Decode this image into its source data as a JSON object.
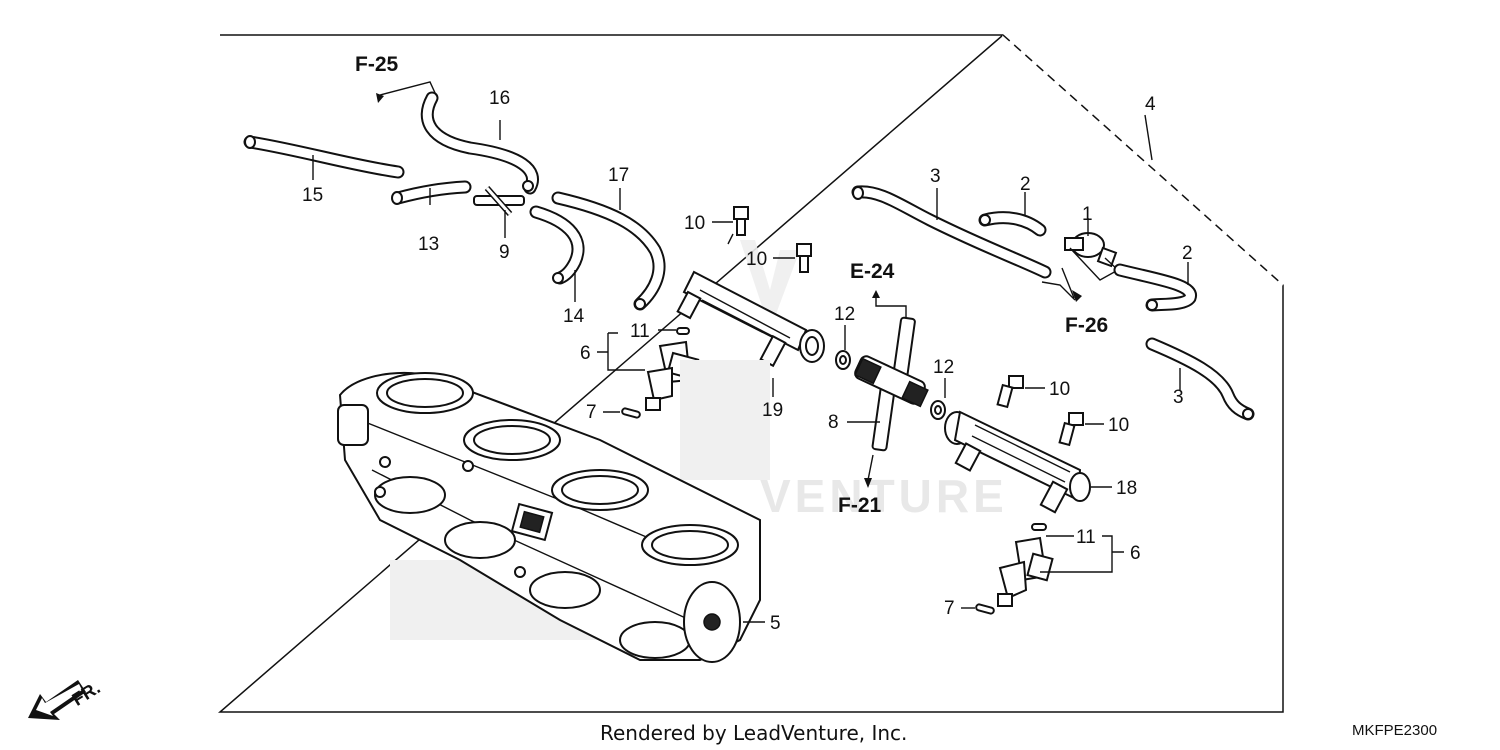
{
  "diagram": {
    "ref_labels": {
      "f25": "F-25",
      "f26": "F-26",
      "e24": "E-24",
      "f21": "F-21"
    },
    "part_numbers": {
      "p1": "1",
      "p2a": "2",
      "p2b": "2",
      "p3a": "3",
      "p3b": "3",
      "p4": "4",
      "p5": "5",
      "p6a": "6",
      "p6b": "6",
      "p7a": "7",
      "p7b": "7",
      "p8": "8",
      "p9": "9",
      "p10a": "10",
      "p10b": "10",
      "p10c": "10",
      "p10d": "10",
      "p11a": "11",
      "p11b": "11",
      "p12a": "12",
      "p12b": "12",
      "p13": "13",
      "p14": "14",
      "p15": "15",
      "p16": "16",
      "p17": "17",
      "p18": "18",
      "p19": "19"
    },
    "front_indicator": "FR.",
    "watermark": "VENTURE",
    "footer_credit": "Rendered by LeadVenture, Inc.",
    "diagram_code": "MKFPE2300"
  }
}
